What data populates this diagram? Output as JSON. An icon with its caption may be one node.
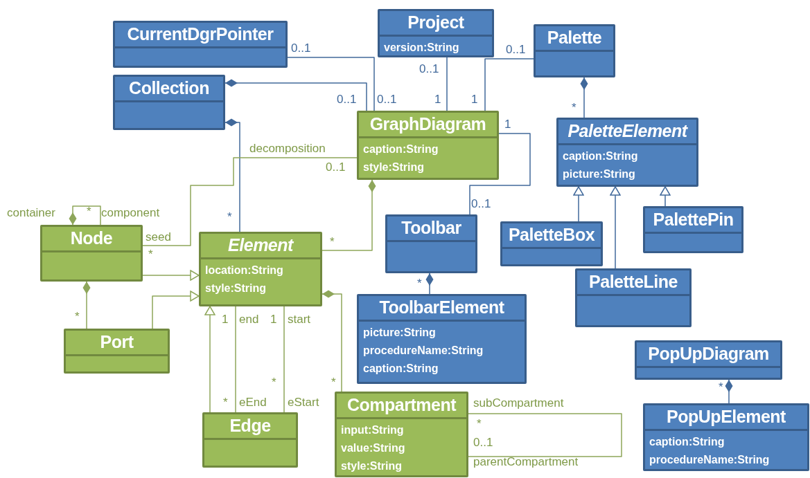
{
  "diagram": {
    "nodes": [
      {
        "text": [
          "CurrentDgrPointer"
        ]
      },
      {
        "text": [
          "Project",
          "version:String"
        ]
      },
      {
        "text": [
          "Palette"
        ]
      },
      {
        "text": [
          "Collection"
        ]
      },
      {
        "text": [
          "GraphDiagram",
          "caption:String",
          "style:String"
        ]
      },
      {
        "text": [
          "PaletteElement",
          "caption:String",
          "picture:String"
        ]
      },
      {
        "text": [
          "Node"
        ]
      },
      {
        "text": [
          "Element",
          "location:String",
          "style:String"
        ]
      },
      {
        "text": [
          "Toolbar"
        ]
      },
      {
        "text": [
          "PaletteBox"
        ]
      },
      {
        "text": [
          "PalettePin"
        ]
      },
      {
        "text": [
          "Port"
        ]
      },
      {
        "text": [
          "ToolbarElement",
          "picture:String",
          "procedureName:String",
          "caption:String"
        ]
      },
      {
        "text": [
          "PaletteLine"
        ]
      },
      {
        "text": [
          "PopUpDiagram"
        ]
      },
      {
        "text": [
          "Edge"
        ]
      },
      {
        "text": [
          "Compartment",
          "input:String",
          "value:String",
          "style:String"
        ]
      },
      {
        "text": [
          "PopUpElement",
          "caption:String",
          "procedureName:String"
        ]
      }
    ],
    "edges": [
      {
        "from": 0,
        "to": 4,
        "arrow": "none"
      },
      {
        "from": 3,
        "to": 4,
        "arrow": "other"
      },
      {
        "from": 1,
        "to": 4,
        "arrow": "none"
      },
      {
        "from": 2,
        "to": 4,
        "arrow": "none"
      },
      {
        "from": 2,
        "to": 5,
        "arrow": "other"
      },
      {
        "from": 3,
        "to": 7,
        "arrow": "other"
      },
      {
        "from": 4,
        "to": 8,
        "arrow": "none"
      },
      {
        "from": 4,
        "to": 6,
        "arrow": "none",
        "color": "#8ea65a"
      },
      {
        "from": 4,
        "to": 7,
        "arrow": "other",
        "color": "#8ea65a"
      },
      {
        "from": 6,
        "to": 6,
        "arrow": "other",
        "color": "#8ea65a"
      },
      {
        "from": 6,
        "to": 7,
        "arrow": "to",
        "color": "#8ea65a"
      },
      {
        "from": 11,
        "to": 7,
        "arrow": "to",
        "color": "#8ea65a"
      },
      {
        "from": 6,
        "to": 11,
        "arrow": "other",
        "color": "#8ea65a"
      },
      {
        "from": 15,
        "to": 7,
        "arrow": "to",
        "color": "#8ea65a"
      },
      {
        "from": 7,
        "to": 15,
        "arrow": "none",
        "color": "#8ea65a"
      },
      {
        "from": 7,
        "to": 15,
        "arrow": "none",
        "color": "#8ea65a"
      },
      {
        "from": 7,
        "to": 16,
        "arrow": "other",
        "color": "#8ea65a"
      },
      {
        "from": 8,
        "to": 12,
        "arrow": "other"
      },
      {
        "from": 9,
        "to": 5,
        "arrow": "to"
      },
      {
        "from": 13,
        "to": 5,
        "arrow": "to"
      },
      {
        "from": 10,
        "to": 5,
        "arrow": "to"
      },
      {
        "from": 14,
        "to": 17,
        "arrow": "other"
      },
      {
        "from": 16,
        "to": 16,
        "arrow": "none",
        "color": "#8ea65a"
      }
    ],
    "labels": [
      "0..1",
      "0..1",
      "0..1",
      "0..1",
      "0..1",
      "1",
      "1",
      "*",
      "1",
      "decomposition",
      "0..1",
      "0..1",
      "container",
      "*",
      "component",
      "*",
      "seed",
      "*",
      "*",
      "*",
      "*",
      "1",
      "end",
      "1",
      "start",
      "*",
      "*",
      "*",
      "*",
      "eEnd",
      "eStart",
      "subCompartment",
      "*",
      "0..1",
      "parentCompartment"
    ]
  }
}
